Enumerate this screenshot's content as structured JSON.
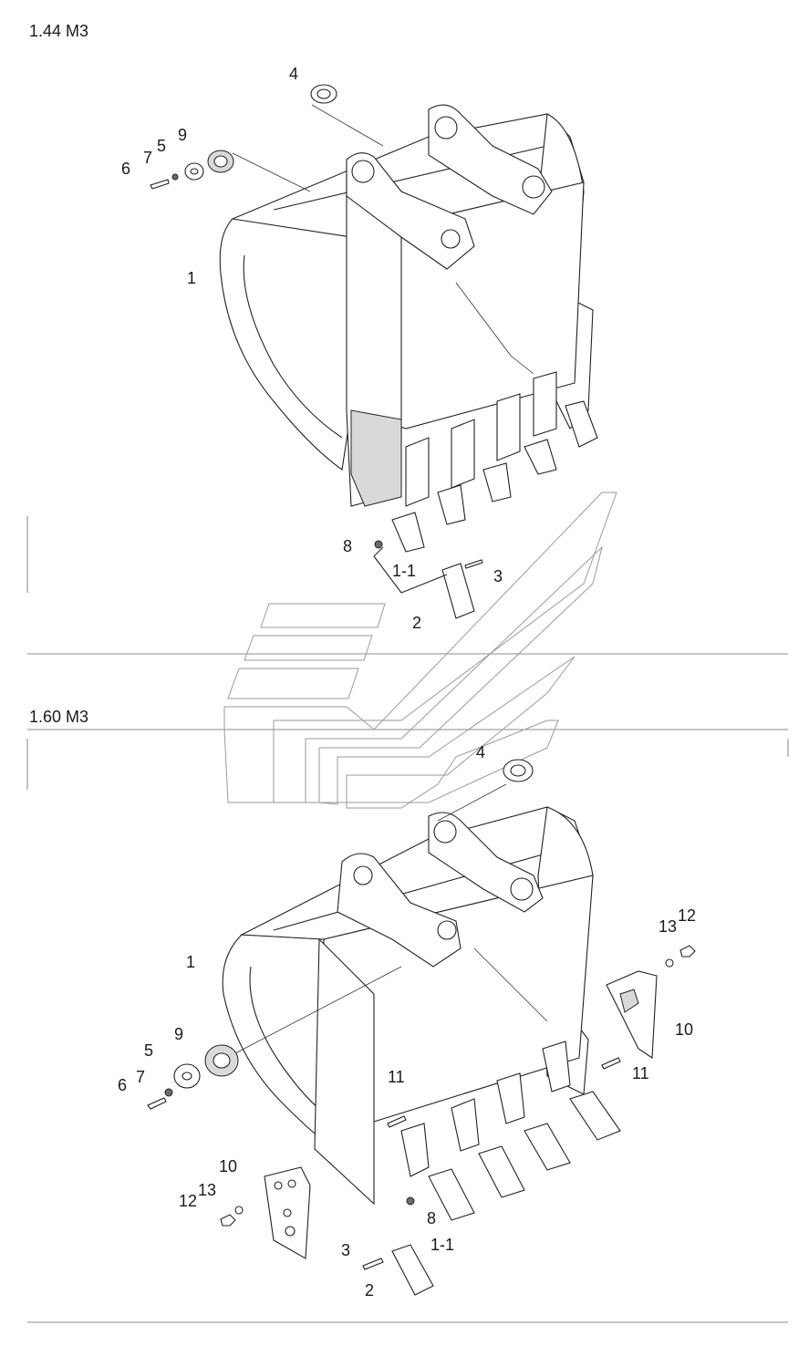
{
  "sections": [
    {
      "title": "1.44 M3",
      "callouts": {
        "c1": "1",
        "c2": "2",
        "c3": "3",
        "c4": "4",
        "c5": "5",
        "c6": "6",
        "c7": "7",
        "c8": "8",
        "c9": "9",
        "c1_1": "1-1"
      }
    },
    {
      "title": "1.60 M3",
      "callouts": {
        "c1": "1",
        "c2": "2",
        "c3": "3",
        "c4": "4",
        "c5": "5",
        "c6": "6",
        "c7": "7",
        "c8": "8",
        "c9": "9",
        "c1_1": "1-1",
        "c10a": "10",
        "c10b": "10",
        "c11a": "11",
        "c11b": "11",
        "c12a": "12",
        "c12b": "12",
        "c13a": "13",
        "c13b": "13"
      }
    }
  ]
}
